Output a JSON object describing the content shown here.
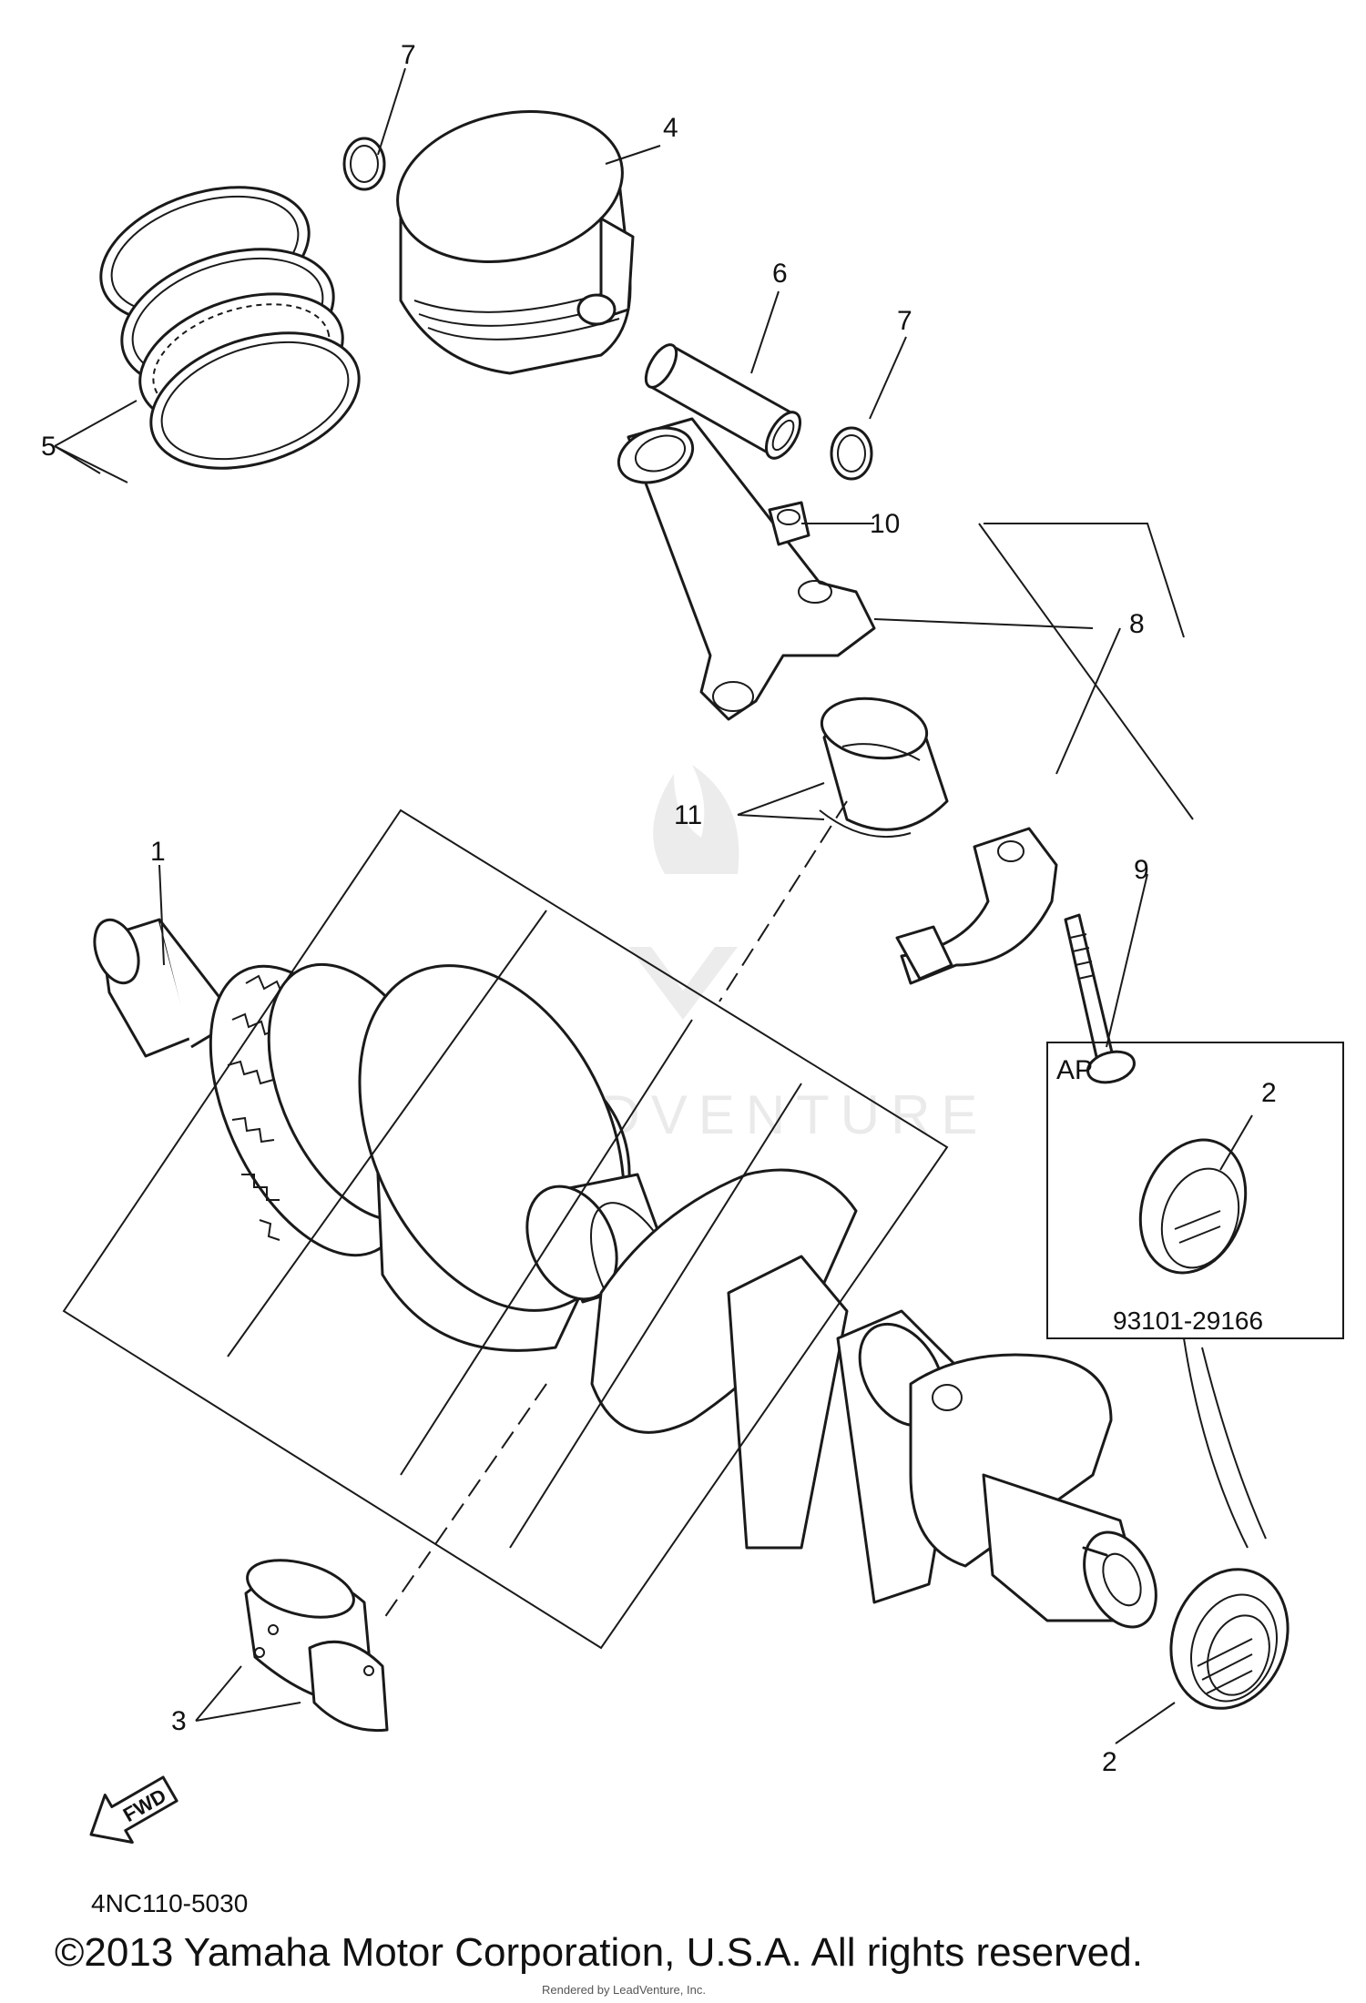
{
  "diagram": {
    "callouts": [
      "1",
      "2",
      "2",
      "3",
      "4",
      "5",
      "6",
      "7",
      "7",
      "8",
      "9",
      "10",
      "11"
    ],
    "inset": {
      "label": "AP",
      "callout": "2",
      "part_number": "93101-29166"
    },
    "fwd_label": "FWD",
    "watermark": "LEADVENTURE",
    "diagram_code": "4NC110-5030",
    "copyright": "©2013 Yamaha Motor Corporation, U.S.A. All rights reserved.",
    "attribution": "Rendered by LeadVenture, Inc."
  }
}
